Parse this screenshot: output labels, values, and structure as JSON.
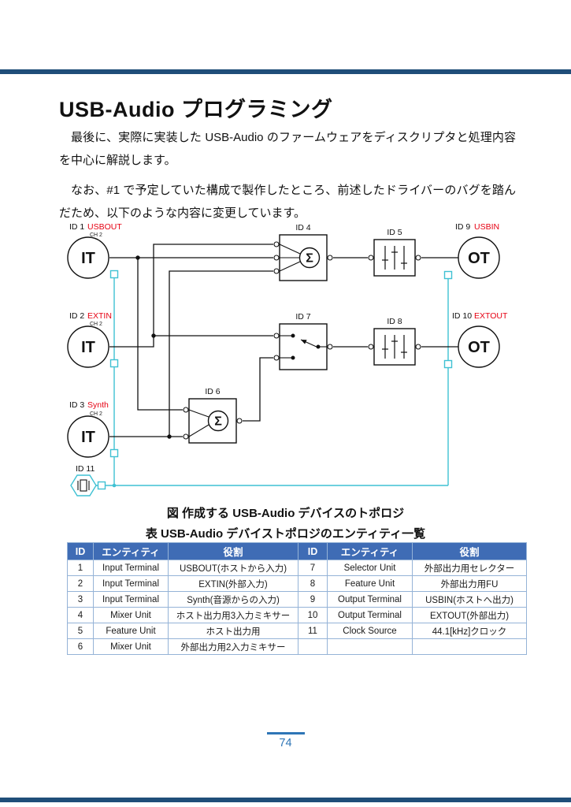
{
  "page": {
    "title": "USB-Audio プログラミング",
    "para1": "最後に、実際に実装した USB-Audio のファームウェアをディスクリプタと処理内容を中心に解説します。",
    "para2": "なお、#1 で予定していた構成で製作したところ、前述したドライバーのバグを踏んだため、以下のような内容に変更しています。",
    "figure_caption": "図 作成する USB-Audio デバイスのトポロジ",
    "table_caption": "表 USB-Audio デバイストポロジのエンティティ一覧",
    "page_number": "74"
  },
  "diagram": {
    "sigma": "Σ",
    "terminals": [
      {
        "id_label": "ID 1",
        "name": "USBOUT",
        "ch": "CH 2",
        "glyph": "IT"
      },
      {
        "id_label": "ID 2",
        "name": "EXTIN",
        "ch": "CH 2",
        "glyph": "IT"
      },
      {
        "id_label": "ID 3",
        "name": "Synth",
        "ch": "CH 2",
        "glyph": "IT"
      },
      {
        "id_label": "ID 9",
        "name": "USBIN",
        "glyph": "OT"
      },
      {
        "id_label": "ID 10",
        "name": "EXTOUT",
        "glyph": "OT"
      }
    ],
    "units": {
      "mixer_host": "ID 4",
      "feature_host": "ID 5",
      "mixer_ext": "ID 6",
      "selector_ext": "ID 7",
      "feature_ext": "ID 8"
    },
    "clock_label": "ID 11"
  },
  "table": {
    "headers": [
      "ID",
      "エンティティ",
      "役割",
      "ID",
      "エンティティ",
      "役割"
    ],
    "rows": [
      [
        "1",
        "Input Terminal",
        "USBOUT(ホストから入力)",
        "7",
        "Selector Unit",
        "外部出力用セレクター"
      ],
      [
        "2",
        "Input Terminal",
        "EXTIN(外部入力)",
        "8",
        "Feature Unit",
        "外部出力用FU"
      ],
      [
        "3",
        "Input Terminal",
        "Synth(音源からの入力)",
        "9",
        "Output Terminal",
        "USBIN(ホストへ出力)"
      ],
      [
        "4",
        "Mixer Unit",
        "ホスト出力用3入力ミキサー",
        "10",
        "Output Terminal",
        "EXTOUT(外部出力)"
      ],
      [
        "5",
        "Feature Unit",
        "ホスト出力用",
        "11",
        "Clock Source",
        "44.1[kHz]クロック"
      ],
      [
        "6",
        "Mixer Unit",
        "外部出力用2入力ミキサー",
        "",
        "",
        ""
      ]
    ]
  },
  "colors": {
    "rule_blue": "#1f4e79",
    "table_header_blue": "#3f6cb5",
    "table_border": "#95b3d7",
    "page_number_blue": "#2e75b6",
    "label_red": "#e60012",
    "clock_cyan": "#3fc1d3"
  }
}
